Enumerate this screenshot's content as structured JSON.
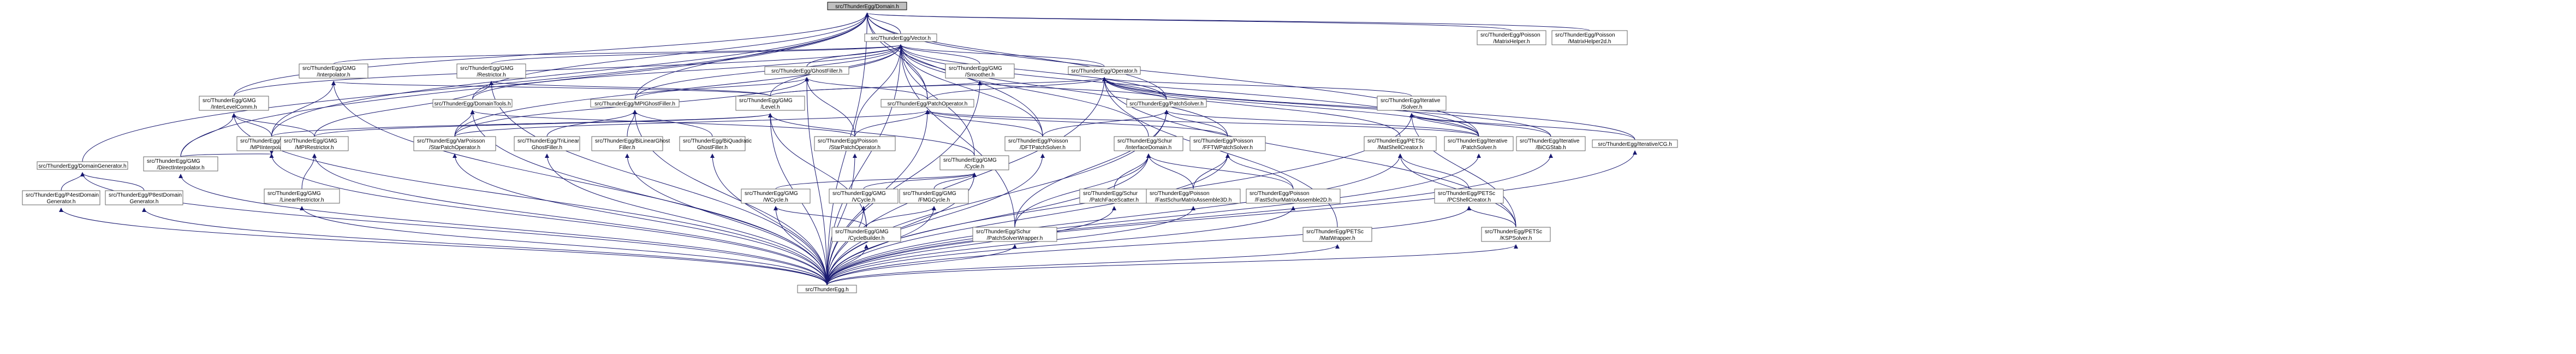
{
  "root": "src/ThunderEgg/Domain.h",
  "nodes": [
    {
      "id": "domain",
      "lines": [
        "src/ThunderEgg/Domain.h"
      ],
      "root": true
    },
    {
      "id": "vector",
      "lines": [
        "src/ThunderEgg/Vector.h"
      ]
    },
    {
      "id": "poisson_matrixhelper",
      "lines": [
        "src/ThunderEgg/Poisson",
        "/MatrixHelper.h"
      ]
    },
    {
      "id": "poisson_matrixhelper2d",
      "lines": [
        "src/ThunderEgg/Poisson",
        "/MatrixHelper2d.h"
      ]
    },
    {
      "id": "gmg_interpolator",
      "lines": [
        "src/ThunderEgg/GMG",
        "/Interpolator.h"
      ]
    },
    {
      "id": "gmg_restrictor",
      "lines": [
        "src/ThunderEgg/GMG",
        "/Restrictor.h"
      ]
    },
    {
      "id": "ghostfiller",
      "lines": [
        "src/ThunderEgg/GhostFiller.h"
      ]
    },
    {
      "id": "gmg_smoother",
      "lines": [
        "src/ThunderEgg/GMG",
        "/Smoother.h"
      ]
    },
    {
      "id": "operator",
      "lines": [
        "src/ThunderEgg/Operator.h"
      ]
    },
    {
      "id": "gmg_interlevelcomm",
      "lines": [
        "src/ThunderEgg/GMG",
        "/InterLevelComm.h"
      ]
    },
    {
      "id": "domaintools",
      "lines": [
        "src/ThunderEgg/DomainTools.h"
      ]
    },
    {
      "id": "mpighostfiller",
      "lines": [
        "src/ThunderEgg/MPIGhostFiller.h"
      ]
    },
    {
      "id": "gmg_level",
      "lines": [
        "src/ThunderEgg/GMG",
        "/Level.h"
      ]
    },
    {
      "id": "patchoperator",
      "lines": [
        "src/ThunderEgg/PatchOperator.h"
      ]
    },
    {
      "id": "patchsolver",
      "lines": [
        "src/ThunderEgg/PatchSolver.h"
      ]
    },
    {
      "id": "iterative_solver",
      "lines": [
        "src/ThunderEgg/Iterative",
        "/Solver.h"
      ]
    },
    {
      "id": "domaingenerator",
      "lines": [
        "src/ThunderEgg/DomainGenerator.h"
      ]
    },
    {
      "id": "gmg_mpiinterpolator",
      "lines": [
        "src/ThunderEgg/GMG",
        "/MPIInterpolator.h"
      ]
    },
    {
      "id": "gmg_mpirestrictor",
      "lines": [
        "src/ThunderEgg/GMG",
        "/MPIRestrictor.h"
      ]
    },
    {
      "id": "varpoisson_starpatchoperator",
      "lines": [
        "src/ThunderEgg/VarPoisson",
        "/StarPatchOperator.h"
      ]
    },
    {
      "id": "trilinearghostfiller",
      "lines": [
        "src/ThunderEgg/TriLinear",
        "GhostFiller.h"
      ]
    },
    {
      "id": "bilinearghostfiller",
      "lines": [
        "src/ThunderEgg/BiLinearGhost",
        "Filler.h"
      ]
    },
    {
      "id": "biquadraticghostfiller",
      "lines": [
        "src/ThunderEgg/BiQuadratic",
        "GhostFiller.h"
      ]
    },
    {
      "id": "poisson_starpatchoperator",
      "lines": [
        "src/ThunderEgg/Poisson",
        "/StarPatchOperator.h"
      ]
    },
    {
      "id": "gmg_cycle",
      "lines": [
        "src/ThunderEgg/GMG",
        "/Cycle.h"
      ]
    },
    {
      "id": "poisson_dfftpatchsolver",
      "lines": [
        "src/ThunderEgg/Poisson",
        "/DFTPatchSolver.h"
      ]
    },
    {
      "id": "schur_interfacedomain",
      "lines": [
        "src/ThunderEgg/Schur",
        "/InterfaceDomain.h"
      ]
    },
    {
      "id": "poisson_fftwpatchsolver",
      "lines": [
        "src/ThunderEgg/Poisson",
        "/FFTWPatchSolver.h"
      ]
    },
    {
      "id": "petsc_matshellcreator",
      "lines": [
        "src/ThunderEgg/PETSc",
        "/MatShellCreator.h"
      ]
    },
    {
      "id": "iterative_patchsolver",
      "lines": [
        "src/ThunderEgg/Iterative",
        "/PatchSolver.h"
      ]
    },
    {
      "id": "iterative_bicgstab",
      "lines": [
        "src/ThunderEgg/Iterative",
        "/BiCGStab.h"
      ]
    },
    {
      "id": "iterative_cg",
      "lines": [
        "src/ThunderEgg/Iterative/CG.h"
      ]
    },
    {
      "id": "gmg_directinterpolator",
      "lines": [
        "src/ThunderEgg/GMG",
        "/DirectInterpolator.h"
      ]
    },
    {
      "id": "p4estdomaingenerator",
      "lines": [
        "src/ThunderEgg/P4estDomain",
        "Generator.h"
      ]
    },
    {
      "id": "p8estdomaingenerator",
      "lines": [
        "src/ThunderEgg/P8estDomain",
        "Generator.h"
      ]
    },
    {
      "id": "gmg_linearrestrictor",
      "lines": [
        "src/ThunderEgg/GMG",
        "/LinearRestrictor.h"
      ]
    },
    {
      "id": "gmg_wcycle",
      "lines": [
        "src/ThunderEgg/GMG",
        "/WCycle.h"
      ]
    },
    {
      "id": "gmg_vcycle",
      "lines": [
        "src/ThunderEgg/GMG",
        "/VCycle.h"
      ]
    },
    {
      "id": "gmg_fmgcycle",
      "lines": [
        "src/ThunderEgg/GMG",
        "/FMGCycle.h"
      ]
    },
    {
      "id": "gmg_cyclebuilder",
      "lines": [
        "src/ThunderEgg/GMG",
        "/CycleBuilder.h"
      ]
    },
    {
      "id": "schur_patchfacescatter",
      "lines": [
        "src/ThunderEgg/Schur",
        "/PatchFaceScatter.h"
      ]
    },
    {
      "id": "schur_patchsolverwrapper",
      "lines": [
        "src/ThunderEgg/Schur",
        "/PatchSolverWrapper.h"
      ]
    },
    {
      "id": "poisson_fastschur3d",
      "lines": [
        "src/ThunderEgg/Poisson",
        "/FastSchurMatrixAssemble3D.h"
      ]
    },
    {
      "id": "poisson_fastschur2d",
      "lines": [
        "src/ThunderEgg/Poisson",
        "/FastSchurMatrixAssemble2D.h"
      ]
    },
    {
      "id": "petsc_matwrapper",
      "lines": [
        "src/ThunderEgg/PETSc",
        "/MatWrapper.h"
      ]
    },
    {
      "id": "petsc_pcshellcreator",
      "lines": [
        "src/ThunderEgg/PETSc",
        "/PCShellCreator.h"
      ]
    },
    {
      "id": "petsc_kspsolver",
      "lines": [
        "src/ThunderEgg/PETSc",
        "/KSPSolver.h"
      ]
    },
    {
      "id": "thunderegg",
      "lines": [
        "src/ThunderEgg.h"
      ]
    }
  ],
  "edges": [
    [
      "vector",
      "domain"
    ],
    [
      "poisson_matrixhelper",
      "domain"
    ],
    [
      "poisson_matrixhelper2d",
      "domain"
    ],
    [
      "gmg_interlevelcomm",
      "domain"
    ],
    [
      "domaintools",
      "domain"
    ],
    [
      "mpighostfiller",
      "domain"
    ],
    [
      "patchoperator",
      "domain"
    ],
    [
      "patchsolver",
      "domain"
    ],
    [
      "domaingenerator",
      "domain"
    ],
    [
      "gmg_directinterpolator",
      "domain"
    ],
    [
      "gmg_mpiinterpolator",
      "domain"
    ],
    [
      "poisson_dfftpatchsolver",
      "domain"
    ],
    [
      "iterative_patchsolver",
      "domain"
    ],
    [
      "thunderegg",
      "domain"
    ],
    [
      "gmg_interpolator",
      "vector"
    ],
    [
      "gmg_restrictor",
      "vector"
    ],
    [
      "ghostfiller",
      "vector"
    ],
    [
      "gmg_smoother",
      "vector"
    ],
    [
      "operator",
      "vector"
    ],
    [
      "gmg_interlevelcomm",
      "vector"
    ],
    [
      "domaintools",
      "vector"
    ],
    [
      "gmg_level",
      "vector"
    ],
    [
      "patchoperator",
      "vector"
    ],
    [
      "patchsolver",
      "vector"
    ],
    [
      "mpighostfiller",
      "vector"
    ],
    [
      "gmg_cycle",
      "vector"
    ],
    [
      "schur_interfacedomain",
      "vector"
    ],
    [
      "poisson_fftwpatchsolver",
      "vector"
    ],
    [
      "poisson_dfftpatchsolver",
      "vector"
    ],
    [
      "iterative_patchsolver",
      "vector"
    ],
    [
      "poisson_starpatchoperator",
      "vector"
    ],
    [
      "varpoisson_starpatchoperator",
      "vector"
    ],
    [
      "schur_patchsolverwrapper",
      "vector"
    ],
    [
      "thunderegg",
      "vector"
    ],
    [
      "gmg_level",
      "gmg_interpolator"
    ],
    [
      "gmg_mpiinterpolator",
      "gmg_interpolator"
    ],
    [
      "thunderegg",
      "gmg_interpolator"
    ],
    [
      "gmg_level",
      "gmg_restrictor"
    ],
    [
      "gmg_mpirestrictor",
      "gmg_restrictor"
    ],
    [
      "thunderegg",
      "gmg_restrictor"
    ],
    [
      "mpighostfiller",
      "ghostfiller"
    ],
    [
      "patchoperator",
      "ghostfiller"
    ],
    [
      "varpoisson_starpatchoperator",
      "ghostfiller"
    ],
    [
      "poisson_starpatchoperator",
      "ghostfiller"
    ],
    [
      "thunderegg",
      "ghostfiller"
    ],
    [
      "gmg_level",
      "gmg_smoother"
    ],
    [
      "patchsolver",
      "gmg_smoother"
    ],
    [
      "thunderegg",
      "gmg_smoother"
    ],
    [
      "patchoperator",
      "operator"
    ],
    [
      "patchsolver",
      "operator"
    ],
    [
      "iterative_solver",
      "operator"
    ],
    [
      "petsc_matshellcreator",
      "operator"
    ],
    [
      "iterative_patchsolver",
      "operator"
    ],
    [
      "iterative_bicgstab",
      "operator"
    ],
    [
      "iterative_cg",
      "operator"
    ],
    [
      "petsc_matwrapper",
      "operator"
    ],
    [
      "petsc_kspsolver",
      "operator"
    ],
    [
      "gmg_level",
      "operator"
    ],
    [
      "thunderegg",
      "operator"
    ],
    [
      "gmg_mpiinterpolator",
      "gmg_interlevelcomm"
    ],
    [
      "gmg_mpirestrictor",
      "gmg_interlevelcomm"
    ],
    [
      "gmg_directinterpolator",
      "gmg_interlevelcomm"
    ],
    [
      "thunderegg",
      "gmg_interlevelcomm"
    ],
    [
      "varpoisson_starpatchoperator",
      "domaintools"
    ],
    [
      "poisson_starpatchoperator",
      "domaintools"
    ],
    [
      "thunderegg",
      "domaintools"
    ],
    [
      "trilinearghostfiller",
      "mpighostfiller"
    ],
    [
      "bilinearghostfiller",
      "mpighostfiller"
    ],
    [
      "biquadraticghostfiller",
      "mpighostfiller"
    ],
    [
      "thunderegg",
      "mpighostfiller"
    ],
    [
      "gmg_cycle",
      "gmg_level"
    ],
    [
      "gmg_mpiinterpolator",
      "gmg_level"
    ],
    [
      "gmg_mpirestrictor",
      "gmg_level"
    ],
    [
      "gmg_cyclebuilder",
      "gmg_level"
    ],
    [
      "thunderegg",
      "gmg_level"
    ],
    [
      "varpoisson_starpatchoperator",
      "patchoperator"
    ],
    [
      "poisson_starpatchoperator",
      "patchoperator"
    ],
    [
      "poisson_dfftpatchsolver",
      "patchoperator"
    ],
    [
      "poisson_fftwpatchsolver",
      "patchoperator"
    ],
    [
      "iterative_patchsolver",
      "patchoperator"
    ],
    [
      "thunderegg",
      "patchoperator"
    ],
    [
      "poisson_dfftpatchsolver",
      "patchsolver"
    ],
    [
      "poisson_fftwpatchsolver",
      "patchsolver"
    ],
    [
      "iterative_patchsolver",
      "patchsolver"
    ],
    [
      "schur_patchsolverwrapper",
      "patchsolver"
    ],
    [
      "thunderegg",
      "patchsolver"
    ],
    [
      "iterative_patchsolver",
      "iterative_solver"
    ],
    [
      "iterative_bicgstab",
      "iterative_solver"
    ],
    [
      "iterative_cg",
      "iterative_solver"
    ],
    [
      "petsc_kspsolver",
      "iterative_solver"
    ],
    [
      "thunderegg",
      "iterative_solver"
    ],
    [
      "p4estdomaingenerator",
      "domaingenerator"
    ],
    [
      "p8estdomaingenerator",
      "domaingenerator"
    ],
    [
      "thunderegg",
      "domaingenerator"
    ],
    [
      "gmg_directinterpolator",
      "gmg_mpiinterpolator"
    ],
    [
      "thunderegg",
      "gmg_mpiinterpolator"
    ],
    [
      "gmg_linearrestrictor",
      "gmg_mpirestrictor"
    ],
    [
      "thunderegg",
      "gmg_mpirestrictor"
    ],
    [
      "thunderegg",
      "varpoisson_starpatchoperator"
    ],
    [
      "thunderegg",
      "trilinearghostfiller"
    ],
    [
      "thunderegg",
      "bilinearghostfiller"
    ],
    [
      "thunderegg",
      "biquadraticghostfiller"
    ],
    [
      "thunderegg",
      "poisson_starpatchoperator"
    ],
    [
      "gmg_wcycle",
      "gmg_cycle"
    ],
    [
      "gmg_vcycle",
      "gmg_cycle"
    ],
    [
      "gmg_fmgcycle",
      "gmg_cycle"
    ],
    [
      "thunderegg",
      "gmg_cycle"
    ],
    [
      "gmg_cyclebuilder",
      "gmg_wcycle"
    ],
    [
      "gmg_cyclebuilder",
      "gmg_vcycle"
    ],
    [
      "gmg_cyclebuilder",
      "gmg_fmgcycle"
    ],
    [
      "thunderegg",
      "gmg_cyclebuilder"
    ],
    [
      "thunderegg",
      "gmg_wcycle"
    ],
    [
      "thunderegg",
      "gmg_vcycle"
    ],
    [
      "thunderegg",
      "gmg_fmgcycle"
    ],
    [
      "thunderegg",
      "poisson_dfftpatchsolver"
    ],
    [
      "schur_patchfacescatter",
      "schur_interfacedomain"
    ],
    [
      "schur_patchsolverwrapper",
      "schur_interfacedomain"
    ],
    [
      "poisson_fastschur3d",
      "schur_interfacedomain"
    ],
    [
      "poisson_fastschur2d",
      "schur_interfacedomain"
    ],
    [
      "thunderegg",
      "schur_interfacedomain"
    ],
    [
      "poisson_fastschur3d",
      "poisson_fftwpatchsolver"
    ],
    [
      "poisson_fastschur2d",
      "poisson_fftwpatchsolver"
    ],
    [
      "thunderegg",
      "poisson_fftwpatchsolver"
    ],
    [
      "petsc_pcshellcreator",
      "petsc_matshellcreator"
    ],
    [
      "petsc_kspsolver",
      "petsc_matshellcreator"
    ],
    [
      "thunderegg",
      "petsc_matshellcreator"
    ],
    [
      "thunderegg",
      "iterative_patchsolver"
    ],
    [
      "thunderegg",
      "iterative_bicgstab"
    ],
    [
      "thunderegg",
      "iterative_cg"
    ],
    [
      "thunderegg",
      "gmg_directinterpolator"
    ],
    [
      "thunderegg",
      "p4estdomaingenerator"
    ],
    [
      "thunderegg",
      "p8estdomaingenerator"
    ],
    [
      "thunderegg",
      "gmg_linearrestrictor"
    ],
    [
      "thunderegg",
      "schur_patchfacescatter"
    ],
    [
      "thunderegg",
      "schur_patchsolverwrapper"
    ],
    [
      "thunderegg",
      "poisson_fastschur3d"
    ],
    [
      "thunderegg",
      "poisson_fastschur2d"
    ],
    [
      "thunderegg",
      "petsc_matwrapper"
    ],
    [
      "petsc_kspsolver",
      "petsc_pcshellcreator"
    ],
    [
      "thunderegg",
      "petsc_pcshellcreator"
    ],
    [
      "thunderegg",
      "petsc_kspsolver"
    ]
  ],
  "colors": {
    "root_fill": "#bfbfbf",
    "node_border": "#666666",
    "edge": "#191970"
  }
}
